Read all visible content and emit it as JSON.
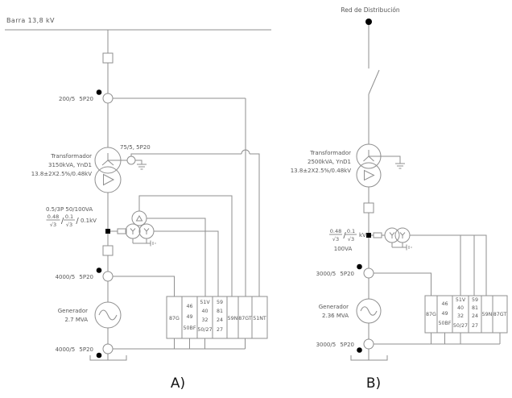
{
  "diagram_a": {
    "caption": "A)",
    "bus_label": "Barra 13,8 kV",
    "ct_bus_label": "200/5 5P20",
    "ct_neutral_label": "75/5, 5P20",
    "transformer_label": [
      "Transformador",
      "3150kVA, YnD1",
      "13.8±2X2.5%/0.48kV"
    ],
    "vt_label": {
      "line1": "0.5/3P 50/100VA",
      "frac1_num": "0.48",
      "frac1_den": "√3",
      "sep1": "/",
      "frac2_num": "0.1",
      "frac2_den": "√3",
      "sep2": "/",
      "tail": "0.1kV"
    },
    "ct_gen_top_label": "4000/5 5P20",
    "generator_label": [
      "Generador",
      "2.7 MVA"
    ],
    "ct_gen_bottom_label": "4000/5 5P20",
    "relay_cells": [
      [
        "87G"
      ],
      [
        "46",
        "49",
        "50BF"
      ],
      [
        "51V",
        "40",
        "32",
        "50/27"
      ],
      [
        "59",
        "81",
        "24",
        "27"
      ],
      [
        "59N"
      ],
      [
        "87GT"
      ],
      [
        "51NT"
      ]
    ]
  },
  "diagram_b": {
    "caption": "B)",
    "source_label": "Red de Distribución",
    "transformer_label": [
      "Transformador",
      "2500kVA, YnD1",
      "13.8±2X2.5%/0.48kV"
    ],
    "vt_label": {
      "frac1_num": "0.48",
      "frac1_den": "√3",
      "sep1": "/",
      "frac2_num": "0.1",
      "frac2_den": "√3",
      "unit": "kV",
      "line2": "100VA"
    },
    "ct_gen_top_label": "3000/5 5P20",
    "generator_label": [
      "Generador",
      "2.36 MVA"
    ],
    "ct_gen_bottom_label": "3000/5 5P20",
    "relay_cells": [
      [
        "87G"
      ],
      [
        "46",
        "49",
        "50BF"
      ],
      [
        "51V",
        "40",
        "32",
        "50/27"
      ],
      [
        "59",
        "81",
        "24",
        "27"
      ],
      [
        "59N"
      ],
      [
        "87GT"
      ]
    ]
  },
  "colors": {
    "line": "#8f8f8f",
    "text": "#575757",
    "black": "#000000",
    "background": "#ffffff"
  }
}
